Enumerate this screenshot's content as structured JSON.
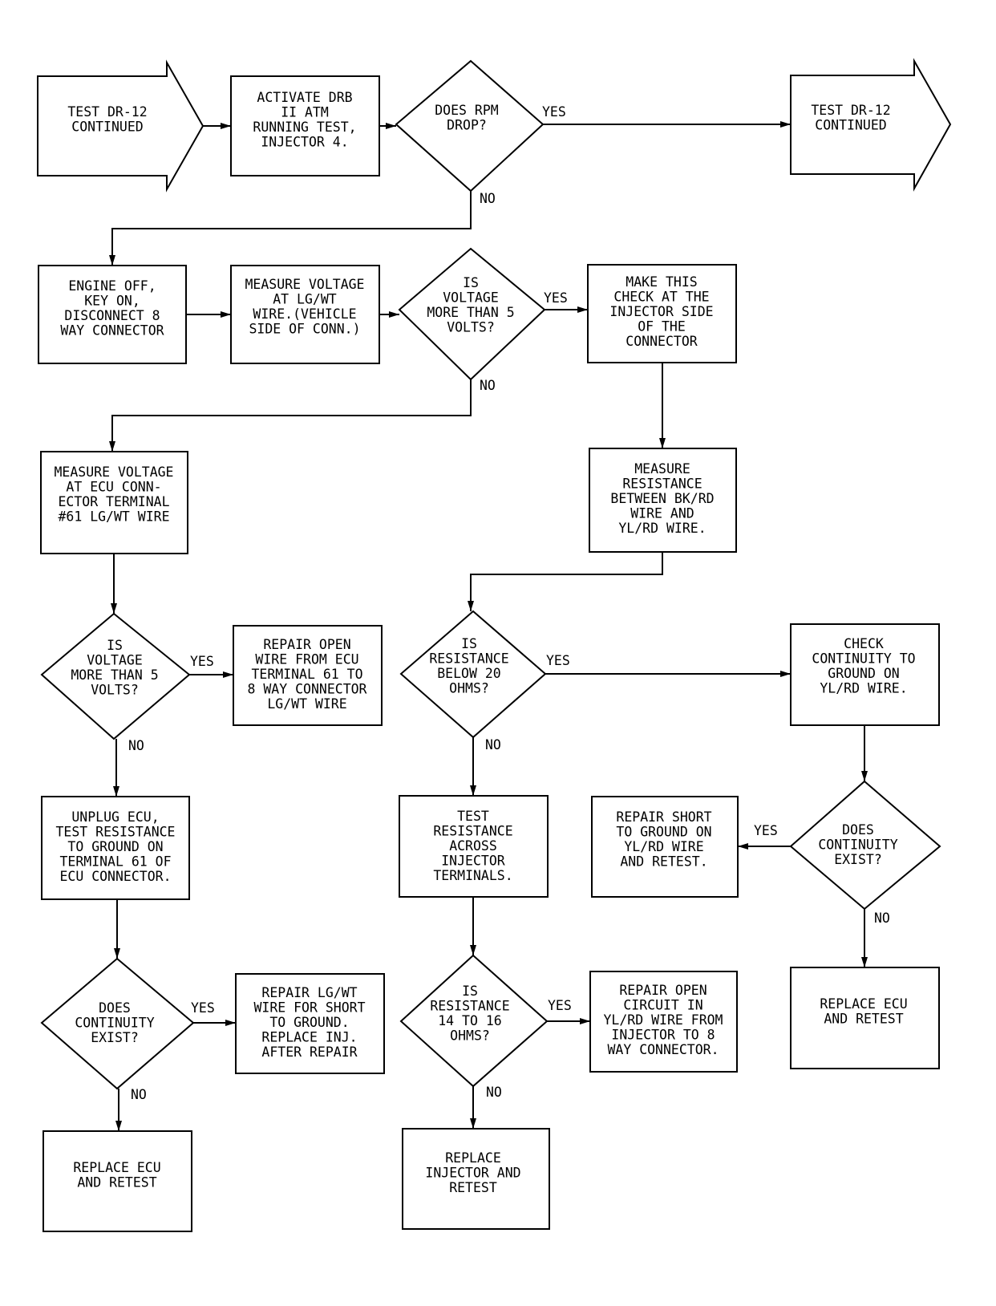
{
  "nodes": {
    "start": [
      "TEST DR-12",
      "CONTINUED"
    ],
    "activate": [
      "ACTIVATE DRB",
      "II ATM",
      "RUNNING TEST,",
      "INJECTOR 4."
    ],
    "rpm_drop": [
      "DOES RPM",
      "DROP?"
    ],
    "continue_out": [
      "TEST DR-12",
      "CONTINUED"
    ],
    "engine_off": [
      "ENGINE OFF,",
      "KEY ON,",
      "DISCONNECT 8",
      "WAY CONNECTOR"
    ],
    "measure_lgwt": [
      "MEASURE VOLTAGE",
      "AT LG/WT",
      "WIRE.(VEHICLE",
      "SIDE OF CONN.)"
    ],
    "volt_q1": [
      "IS",
      "VOLTAGE",
      "MORE THAN 5",
      "VOLTS?"
    ],
    "injector_side": [
      "MAKE THIS",
      "CHECK AT THE",
      "INJECTOR SIDE",
      "OF THE",
      "CONNECTOR"
    ],
    "measure_ecu": [
      "MEASURE VOLTAGE",
      "AT ECU CONN-",
      "ECTOR TERMINAL",
      "#61 LG/WT WIRE"
    ],
    "measure_res": [
      "MEASURE",
      "RESISTANCE",
      "BETWEEN BK/RD",
      "WIRE AND",
      "YL/RD WIRE."
    ],
    "volt_q2": [
      "IS",
      "VOLTAGE",
      "MORE THAN 5",
      "VOLTS?"
    ],
    "repair_open": [
      "REPAIR OPEN",
      "WIRE FROM ECU",
      "TERMINAL 61 TO",
      "8 WAY CONNECTOR",
      "LG/WT WIRE"
    ],
    "res_q1": [
      "IS",
      "RESISTANCE",
      "BELOW 20",
      "OHMS?"
    ],
    "check_cont": [
      "CHECK",
      "CONTINUITY TO",
      "GROUND ON",
      "YL/RD WIRE."
    ],
    "unplug_ecu": [
      "UNPLUG ECU,",
      "TEST RESISTANCE",
      "TO GROUND ON",
      "TERMINAL 61 OF",
      "ECU CONNECTOR."
    ],
    "test_res": [
      "TEST",
      "RESISTANCE",
      "ACROSS",
      "INJECTOR",
      "TERMINALS."
    ],
    "repair_short": [
      "REPAIR SHORT",
      "TO GROUND ON",
      "YL/RD WIRE",
      "AND RETEST."
    ],
    "cont_q2": [
      "DOES",
      "CONTINUITY",
      "EXIST?"
    ],
    "cont_q1": [
      "DOES",
      "CONTINUITY",
      "EXIST?"
    ],
    "repair_lgwt": [
      "REPAIR LG/WT",
      "WIRE FOR SHORT",
      "TO GROUND.",
      "REPLACE INJ.",
      "AFTER REPAIR"
    ],
    "res_q2": [
      "IS",
      "RESISTANCE",
      "14 TO 16",
      "OHMS?"
    ],
    "repair_circuit": [
      "REPAIR OPEN",
      "CIRCUIT IN",
      "YL/RD WIRE FROM",
      "INJECTOR TO 8",
      "WAY CONNECTOR."
    ],
    "replace_ecu_right": [
      "REPLACE ECU",
      "AND RETEST"
    ],
    "replace_ecu_left": [
      "REPLACE ECU",
      "AND RETEST"
    ],
    "replace_injector": [
      "REPLACE",
      "INJECTOR AND",
      "RETEST"
    ]
  },
  "edge_labels": {
    "yes": "YES",
    "no": "NO"
  }
}
